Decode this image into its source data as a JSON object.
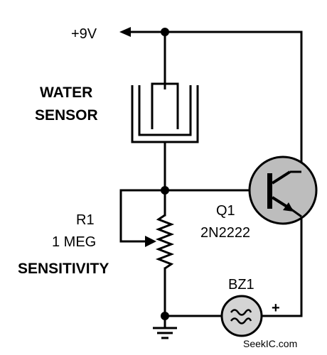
{
  "labels": {
    "supply": "+9V",
    "sensor_line1": "WATER",
    "sensor_line2": "SENSOR",
    "r1_ref": "R1",
    "r1_value": "1 MEG",
    "r1_function": "SENSITIVITY",
    "q1_ref": "Q1",
    "q1_part": "2N2222",
    "bz1_ref": "BZ1",
    "bz1_polarity": "+",
    "watermark": "SeekIC.com"
  },
  "colors": {
    "ink": "#000000",
    "paper": "#ffffff",
    "buzzer_fill": "#d4d4d4"
  }
}
